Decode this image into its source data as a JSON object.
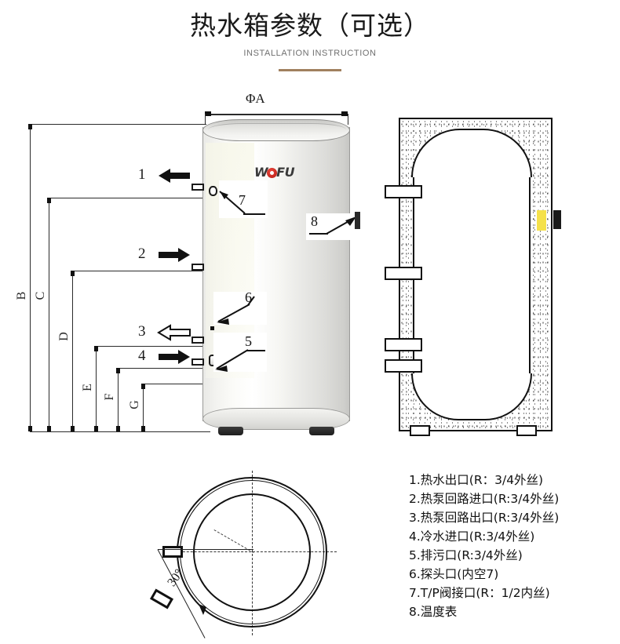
{
  "header": {
    "title": "热水箱参数（可选）",
    "subtitle": "INSTALLATION INSTRUCTION",
    "rule_color": "#a0805e"
  },
  "front_view": {
    "diameter_label": "ΦA",
    "brand": {
      "pre": "W",
      "mid": "FU",
      "o_color": "#c8201a",
      "text_color": "#3a3a3a"
    },
    "dimension_labels": [
      "B",
      "C",
      "D",
      "E",
      "F",
      "G"
    ],
    "port_numbers": [
      "1",
      "2",
      "3",
      "4"
    ],
    "port_arrows": [
      "solid-left",
      "solid-right",
      "hollow-left",
      "solid-right"
    ],
    "callout_numbers": [
      "5",
      "6",
      "7",
      "8"
    ]
  },
  "top_view": {
    "angle_label": "30°"
  },
  "legend": {
    "items": [
      "1.热水出口(R：3/4外丝)",
      "2.热泵回路进口(R:3/4外丝)",
      "3.热泵回路出口(R:3/4外丝)",
      "4.冷水进口(R:3/4外丝)",
      "5.排污口(R:3/4外丝)",
      "6.探头口(内空7)",
      "7.T/P阀接口(R：1/2内丝)",
      "8.温度表"
    ]
  }
}
